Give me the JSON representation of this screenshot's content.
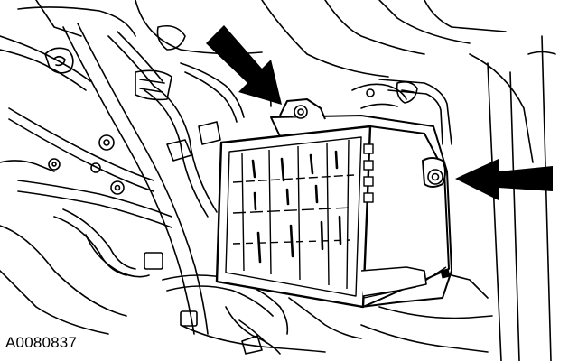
{
  "figure": {
    "id": "A0080837"
  },
  "colors": {
    "ink": "#000000",
    "paper": "#ffffff"
  },
  "callouts": [
    {
      "name": "upper-left-arrow",
      "points_to": "module-top-mounting-bolt"
    },
    {
      "name": "right-arrow",
      "points_to": "module-side-mounting-bolt"
    }
  ]
}
